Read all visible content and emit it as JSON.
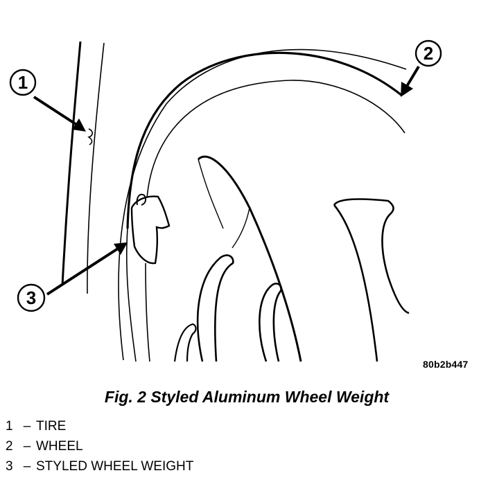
{
  "figure": {
    "callouts": [
      {
        "number": "1"
      },
      {
        "number": "2"
      },
      {
        "number": "3"
      }
    ],
    "reference_code": "80b2b447",
    "caption": "Fig. 2 Styled Aluminum Wheel Weight"
  },
  "legend": {
    "separator": "–",
    "items": [
      {
        "number": "1",
        "label": "TIRE"
      },
      {
        "number": "2",
        "label": "WHEEL"
      },
      {
        "number": "3",
        "label": "STYLED WHEEL WEIGHT"
      }
    ]
  }
}
